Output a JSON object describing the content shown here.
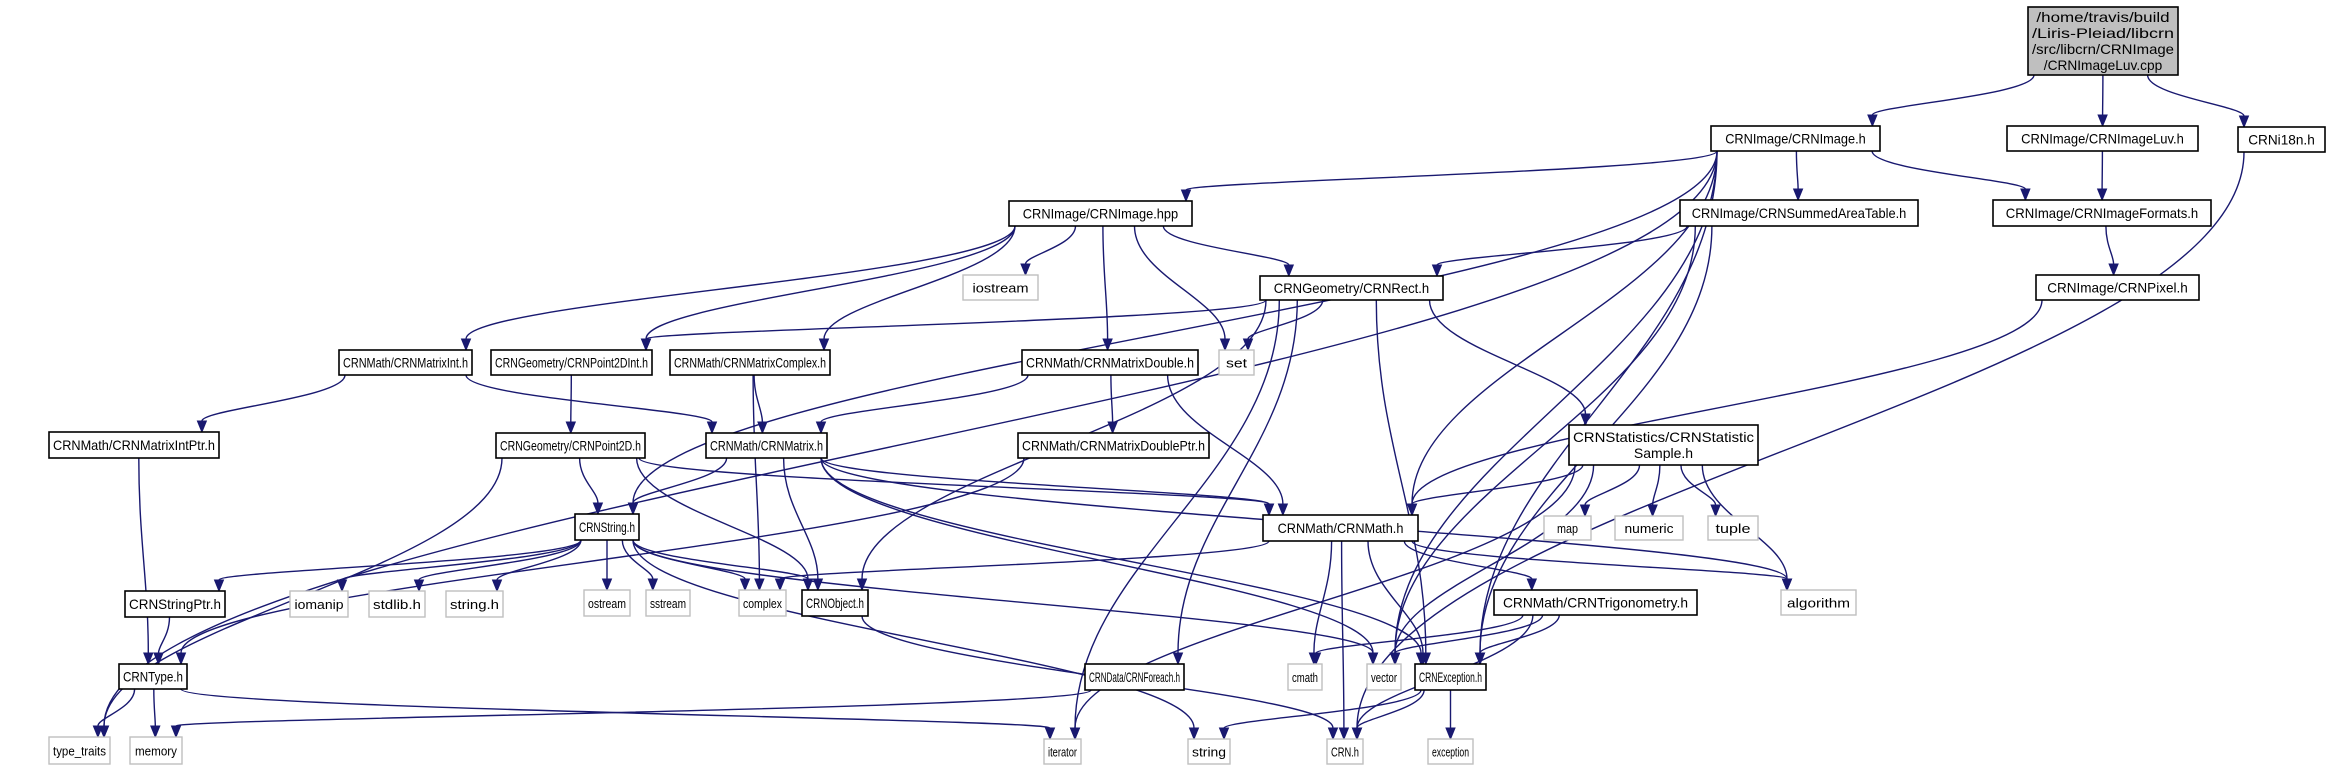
{
  "diagram": {
    "title": "Include dependency graph for CRNImageLuv.cpp",
    "colors": {
      "edge": "#191970",
      "project_border": "#000000",
      "system_border": "#bfbfbf",
      "root_fill": "#bfbfbf"
    },
    "nodes": [
      {
        "id": "root",
        "kind": "root",
        "lines": [
          "/home/travis/build",
          "/Liris-Pleiad/libcrn",
          "/src/libcrn/CRNImage",
          "/CRNImageLuv.cpp"
        ]
      },
      {
        "id": "CRNImage_h",
        "kind": "project",
        "lines": [
          "CRNImage/CRNImage.h"
        ]
      },
      {
        "id": "CRNImageLuv_h",
        "kind": "project",
        "lines": [
          "CRNImage/CRNImageLuv.h"
        ]
      },
      {
        "id": "CRNi18n_h",
        "kind": "project",
        "lines": [
          "CRNi18n.h"
        ]
      },
      {
        "id": "CRNImage_hpp",
        "kind": "project",
        "lines": [
          "CRNImage/CRNImage.hpp"
        ]
      },
      {
        "id": "CRNSummedAreaTable_h",
        "kind": "project",
        "lines": [
          "CRNImage/CRNSummedAreaTable.h"
        ]
      },
      {
        "id": "CRNImageFormats_h",
        "kind": "project",
        "lines": [
          "CRNImage/CRNImageFormats.h"
        ]
      },
      {
        "id": "iostream",
        "kind": "system",
        "lines": [
          "iostream"
        ]
      },
      {
        "id": "CRNRect_h",
        "kind": "project",
        "lines": [
          "CRNGeometry/CRNRect.h"
        ]
      },
      {
        "id": "CRNPixel_h",
        "kind": "project",
        "lines": [
          "CRNImage/CRNPixel.h"
        ]
      },
      {
        "id": "CRNMatrixInt_h",
        "kind": "project",
        "lines": [
          "CRNMath/CRNMatrixInt.h"
        ]
      },
      {
        "id": "CRNPoint2DInt_h",
        "kind": "project",
        "lines": [
          "CRNGeometry/CRNPoint2DInt.h"
        ]
      },
      {
        "id": "CRNMatrixComplex_h",
        "kind": "project",
        "lines": [
          "CRNMath/CRNMatrixComplex.h"
        ]
      },
      {
        "id": "CRNMatrixDouble_h",
        "kind": "project",
        "lines": [
          "CRNMath/CRNMatrixDouble.h"
        ]
      },
      {
        "id": "set",
        "kind": "system",
        "lines": [
          "set"
        ]
      },
      {
        "id": "CRNMatrixIntPtr_h",
        "kind": "project",
        "lines": [
          "CRNMath/CRNMatrixIntPtr.h"
        ]
      },
      {
        "id": "CRNPoint2D_h",
        "kind": "project",
        "lines": [
          "CRNGeometry/CRNPoint2D.h"
        ]
      },
      {
        "id": "CRNMatrix_h",
        "kind": "project",
        "lines": [
          "CRNMath/CRNMatrix.h"
        ]
      },
      {
        "id": "CRNMatrixDoublePtr_h",
        "kind": "project",
        "lines": [
          "CRNMath/CRNMatrixDoublePtr.h"
        ]
      },
      {
        "id": "CRNStatisticSample_h",
        "kind": "project",
        "lines": [
          "CRNStatistics/CRNStatistic",
          "Sample.h"
        ]
      },
      {
        "id": "CRNString_h",
        "kind": "project",
        "lines": [
          "CRNString.h"
        ]
      },
      {
        "id": "CRNMath_h",
        "kind": "project",
        "lines": [
          "CRNMath/CRNMath.h"
        ]
      },
      {
        "id": "map",
        "kind": "system",
        "lines": [
          "map"
        ]
      },
      {
        "id": "numeric",
        "kind": "system",
        "lines": [
          "numeric"
        ]
      },
      {
        "id": "tuple",
        "kind": "system",
        "lines": [
          "tuple"
        ]
      },
      {
        "id": "CRNStringPtr_h",
        "kind": "project",
        "lines": [
          "CRNStringPtr.h"
        ]
      },
      {
        "id": "iomanip",
        "kind": "system",
        "lines": [
          "iomanip"
        ]
      },
      {
        "id": "stdlib_h",
        "kind": "system",
        "lines": [
          "stdlib.h"
        ]
      },
      {
        "id": "string_h",
        "kind": "system",
        "lines": [
          "string.h"
        ]
      },
      {
        "id": "ostream",
        "kind": "system",
        "lines": [
          "ostream"
        ]
      },
      {
        "id": "sstream",
        "kind": "system",
        "lines": [
          "sstream"
        ]
      },
      {
        "id": "complex",
        "kind": "system",
        "lines": [
          "complex"
        ]
      },
      {
        "id": "CRNObject_h",
        "kind": "project",
        "lines": [
          "CRNObject.h"
        ]
      },
      {
        "id": "CRNTrigonometry_h",
        "kind": "project",
        "lines": [
          "CRNMath/CRNTrigonometry.h"
        ]
      },
      {
        "id": "algorithm",
        "kind": "system",
        "lines": [
          "algorithm"
        ]
      },
      {
        "id": "CRNType_h",
        "kind": "project",
        "lines": [
          "CRNType.h"
        ]
      },
      {
        "id": "CRNForeach_h",
        "kind": "project",
        "lines": [
          "CRNData/CRNForeach.h"
        ]
      },
      {
        "id": "cmath",
        "kind": "system",
        "lines": [
          "cmath"
        ]
      },
      {
        "id": "vector",
        "kind": "system",
        "lines": [
          "vector"
        ]
      },
      {
        "id": "CRNException_h",
        "kind": "project",
        "lines": [
          "CRNException.h"
        ]
      },
      {
        "id": "type_traits",
        "kind": "system",
        "lines": [
          "type_traits"
        ]
      },
      {
        "id": "memory",
        "kind": "system",
        "lines": [
          "memory"
        ]
      },
      {
        "id": "iterator",
        "kind": "system",
        "lines": [
          "iterator"
        ]
      },
      {
        "id": "string",
        "kind": "system",
        "lines": [
          "string"
        ]
      },
      {
        "id": "CRN_h",
        "kind": "system",
        "lines": [
          "CRN.h"
        ]
      },
      {
        "id": "exception",
        "kind": "system",
        "lines": [
          "exception"
        ]
      }
    ],
    "edges": [
      [
        "root",
        "CRNImage_h"
      ],
      [
        "root",
        "CRNImageLuv_h"
      ],
      [
        "root",
        "CRNi18n_h"
      ],
      [
        "CRNImage_h",
        "CRNImage_hpp"
      ],
      [
        "CRNImage_h",
        "CRNSummedAreaTable_h"
      ],
      [
        "CRNImage_h",
        "CRNImageFormats_h"
      ],
      [
        "CRNImage_h",
        "CRNString_h"
      ],
      [
        "CRNImage_h",
        "type_traits"
      ],
      [
        "CRNImage_h",
        "CRNMath_h"
      ],
      [
        "CRNImage_h",
        "vector"
      ],
      [
        "CRNImage_h",
        "CRNException_h"
      ],
      [
        "CRNImageLuv_h",
        "CRNImageFormats_h"
      ],
      [
        "CRNi18n_h",
        "CRN_h"
      ],
      [
        "CRNImage_hpp",
        "iostream"
      ],
      [
        "CRNImage_hpp",
        "CRNRect_h"
      ],
      [
        "CRNImage_hpp",
        "set"
      ],
      [
        "CRNImage_hpp",
        "CRNMatrixInt_h"
      ],
      [
        "CRNImage_hpp",
        "CRNPoint2DInt_h"
      ],
      [
        "CRNImage_hpp",
        "CRNMatrixComplex_h"
      ],
      [
        "CRNImage_hpp",
        "CRNMatrixDouble_h"
      ],
      [
        "CRNSummedAreaTable_h",
        "CRNRect_h"
      ],
      [
        "CRNSummedAreaTable_h",
        "vector"
      ],
      [
        "CRNSummedAreaTable_h",
        "CRNException_h"
      ],
      [
        "CRNImageFormats_h",
        "CRNPixel_h"
      ],
      [
        "CRNPixel_h",
        "CRNMath_h"
      ],
      [
        "CRNRect_h",
        "set"
      ],
      [
        "CRNRect_h",
        "CRNPoint2DInt_h"
      ],
      [
        "CRNRect_h",
        "CRNStatisticSample_h"
      ],
      [
        "CRNRect_h",
        "CRNForeach_h"
      ],
      [
        "CRNRect_h",
        "iterator"
      ],
      [
        "CRNRect_h",
        "CRNObject_h"
      ],
      [
        "CRNRect_h",
        "CRNException_h"
      ],
      [
        "CRNMatrixInt_h",
        "CRNMatrixIntPtr_h"
      ],
      [
        "CRNMatrixInt_h",
        "CRNMatrix_h"
      ],
      [
        "CRNPoint2DInt_h",
        "CRNPoint2D_h"
      ],
      [
        "CRNMatrixComplex_h",
        "CRNMatrix_h"
      ],
      [
        "CRNMatrixComplex_h",
        "complex"
      ],
      [
        "CRNMatrixDouble_h",
        "CRNMatrix_h"
      ],
      [
        "CRNMatrixDouble_h",
        "CRNMatrixDoublePtr_h"
      ],
      [
        "CRNMatrixDouble_h",
        "CRNMath_h"
      ],
      [
        "CRNMatrixIntPtr_h",
        "CRNType_h"
      ],
      [
        "CRNPoint2D_h",
        "CRNString_h"
      ],
      [
        "CRNPoint2D_h",
        "CRNMath_h"
      ],
      [
        "CRNPoint2D_h",
        "CRNObject_h"
      ],
      [
        "CRNPoint2D_h",
        "type_traits"
      ],
      [
        "CRNMatrix_h",
        "CRNString_h"
      ],
      [
        "CRNMatrix_h",
        "CRNMath_h"
      ],
      [
        "CRNMatrix_h",
        "CRNObject_h"
      ],
      [
        "CRNMatrix_h",
        "vector"
      ],
      [
        "CRNMatrix_h",
        "algorithm"
      ],
      [
        "CRNMatrix_h",
        "CRNException_h"
      ],
      [
        "CRNMatrixDoublePtr_h",
        "CRNType_h"
      ],
      [
        "CRNStatisticSample_h",
        "CRNMath_h"
      ],
      [
        "CRNStatisticSample_h",
        "map"
      ],
      [
        "CRNStatisticSample_h",
        "numeric"
      ],
      [
        "CRNStatisticSample_h",
        "tuple"
      ],
      [
        "CRNStatisticSample_h",
        "algorithm"
      ],
      [
        "CRNStatisticSample_h",
        "vector"
      ],
      [
        "CRNStatisticSample_h",
        "iterator"
      ],
      [
        "CRNString_h",
        "CRNStringPtr_h"
      ],
      [
        "CRNString_h",
        "iomanip"
      ],
      [
        "CRNString_h",
        "stdlib_h"
      ],
      [
        "CRNString_h",
        "string_h"
      ],
      [
        "CRNString_h",
        "ostream"
      ],
      [
        "CRNString_h",
        "sstream"
      ],
      [
        "CRNString_h",
        "complex"
      ],
      [
        "CRNString_h",
        "CRNObject_h"
      ],
      [
        "CRNString_h",
        "vector"
      ],
      [
        "CRNString_h",
        "string"
      ],
      [
        "CRNMath_h",
        "complex"
      ],
      [
        "CRNMath_h",
        "CRNTrigonometry_h"
      ],
      [
        "CRNMath_h",
        "algorithm"
      ],
      [
        "CRNMath_h",
        "cmath"
      ],
      [
        "CRNMath_h",
        "CRN_h"
      ],
      [
        "CRNMath_h",
        "CRNException_h"
      ],
      [
        "CRNStringPtr_h",
        "CRNType_h"
      ],
      [
        "CRNObject_h",
        "CRN_h"
      ],
      [
        "CRNTrigonometry_h",
        "cmath"
      ],
      [
        "CRNTrigonometry_h",
        "vector"
      ],
      [
        "CRNTrigonometry_h",
        "CRN_h"
      ],
      [
        "CRNTrigonometry_h",
        "CRNException_h"
      ],
      [
        "CRNType_h",
        "type_traits"
      ],
      [
        "CRNType_h",
        "memory"
      ],
      [
        "CRNType_h",
        "iterator"
      ],
      [
        "CRNForeach_h",
        "memory"
      ],
      [
        "CRNException_h",
        "string"
      ],
      [
        "CRNException_h",
        "CRN_h"
      ],
      [
        "CRNException_h",
        "exception"
      ]
    ]
  }
}
